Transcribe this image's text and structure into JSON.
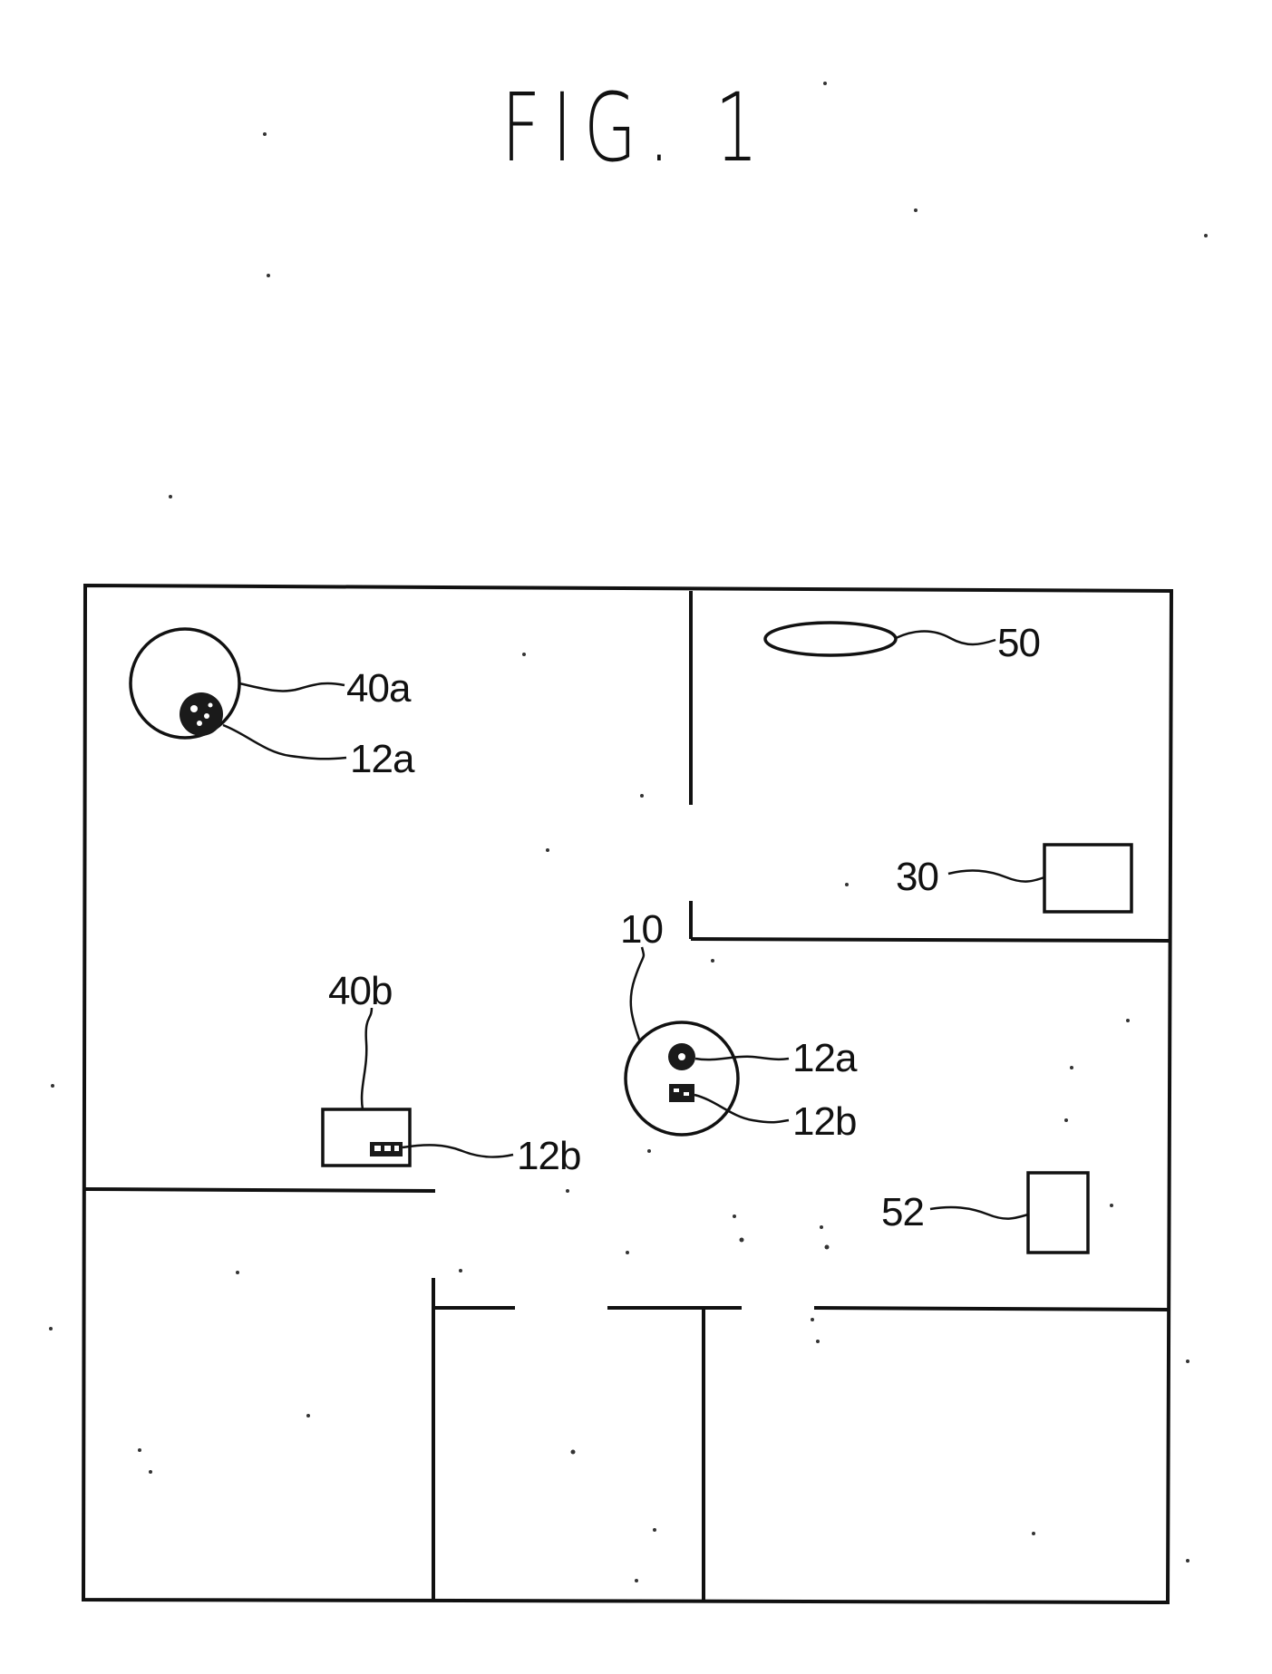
{
  "figure": {
    "title": "FIG. 1"
  },
  "labels": {
    "robot": "10",
    "robot_marker_a": "12a",
    "robot_marker_b": "12b",
    "device_30": "30",
    "device_40a": "40a",
    "device_40a_marker": "12a",
    "device_40b": "40b",
    "device_40b_marker": "12b",
    "object_50": "50",
    "object_52": "52"
  }
}
